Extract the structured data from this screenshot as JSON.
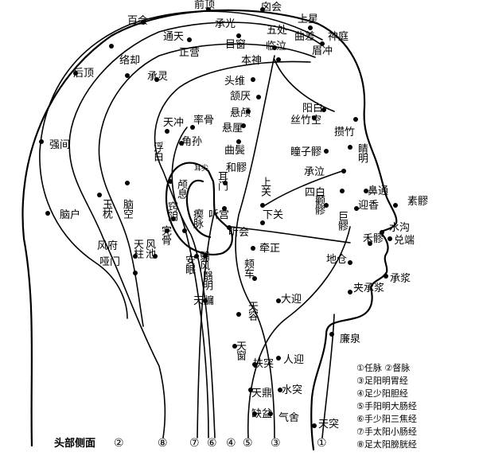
{
  "caption": "头部侧面",
  "meridian_numbers": [
    "②",
    "⑧",
    "⑦",
    "⑥",
    "④",
    "⑤",
    "③",
    "①"
  ],
  "legend": [
    "①任脉 ②督脉",
    "③足阳明胃经",
    "④足少阳胆经",
    "⑤手阳明大肠经",
    "⑥手少阳三焦经",
    "⑦手太阳小肠经",
    "⑧足太阳膀胱经"
  ],
  "points": {
    "qianding": "前顶",
    "baihui": "百会",
    "xinhui": "囟会",
    "shangxing": "上星",
    "shenting": "神庭",
    "chengguang": "承光",
    "wuchu": "五处",
    "quchai": "曲差",
    "tongtian": "通天",
    "muchuang": "目窗",
    "linqi": "临泣",
    "meichong": "眉冲",
    "houding": "后顶",
    "luoque": "络却",
    "chengling": "承灵",
    "zhengying": "正营",
    "benshen": "本神",
    "touwei": "头维",
    "hanyan": "颔厌",
    "xuanlu": "悬颅",
    "xuanli": "悬厘",
    "qubin": "曲鬓",
    "heliao": "和髎",
    "yangbai": "阳白",
    "sizhukong": "丝竹空",
    "cuanzhu": "攒竹",
    "jingming": "睛明",
    "tongziliao": "瞳子髎",
    "chengqi": "承泣",
    "sibai": "四白",
    "bitong": "鼻通",
    "yingxiang": "迎香",
    "suliao": "素髎",
    "shuigou": "水沟",
    "duiduan": "兑端",
    "heliao2": "禾髎",
    "dicang": "地仓",
    "chengjiang": "承浆",
    "jiachengjiang": "夹承浆",
    "juliao": "巨髎",
    "quanliao": "颧髎",
    "shangguan": "上关",
    "xiaguan": "下关",
    "tinghui": "听会",
    "tinggong": "听宫",
    "ermen": "耳门",
    "erjian": "耳尖",
    "qiangjian": "强间",
    "naohu": "脑户",
    "yuzhen": "玉枕",
    "naokong": "脑空",
    "fubai": "浮白",
    "tianchong": "天冲",
    "shuaigu": "率骨",
    "jiaosun": "角孙",
    "luxi": "颅息",
    "qiaoyin": "窍阴",
    "wangu": "完骨",
    "qimai": "瘈脉",
    "fengchi": "风池",
    "fengfu": "风府",
    "yamen": "哑门",
    "tianzhu": "天柱",
    "anmian": "安眠",
    "yifeng": "翳风",
    "yiming": "翳明",
    "tianyou": "天牖",
    "qianzheng": "牵正",
    "jiache": "颊车",
    "daying": "大迎",
    "tianrong": "天容",
    "tianchuang": "天窗",
    "futu": "扶突",
    "renying": "人迎",
    "shuitu": "水突",
    "tianding": "天鼎",
    "qishe": "气舍",
    "quepen": "缺盆",
    "tiantu": "天突",
    "lianquan": "廉泉"
  }
}
